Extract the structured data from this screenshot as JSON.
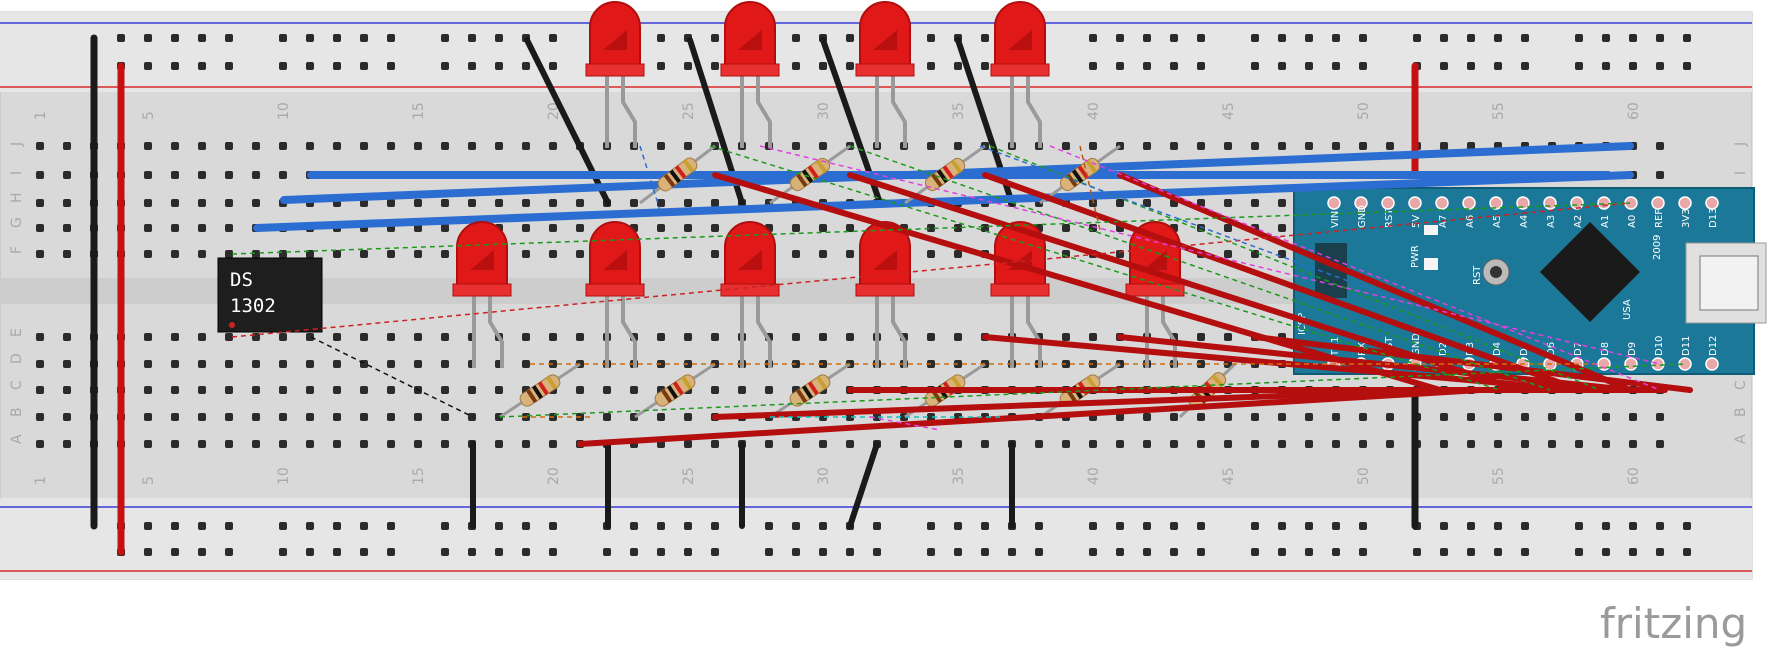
{
  "diagram": {
    "column_labels": [
      "1",
      "5",
      "10",
      "15",
      "20",
      "25",
      "30",
      "35",
      "40",
      "45",
      "50",
      "55",
      "60"
    ],
    "row_labels_top": [
      "J",
      "I",
      "H",
      "G",
      "F"
    ],
    "row_labels_bottom": [
      "E",
      "D",
      "C",
      "B",
      "A"
    ],
    "ic": {
      "line1": "DS",
      "line2": "1302"
    },
    "arduino": {
      "top_pins": [
        "D12",
        "D11",
        "D10",
        "D9",
        "D8",
        "D7",
        "D6",
        "D5",
        "D4",
        "D3",
        "D2",
        "GND",
        "RST",
        "RX0",
        "TX1"
      ],
      "bottom_pins": [
        "D13",
        "3V3",
        "REF",
        "A0",
        "A1",
        "A2",
        "A3",
        "A4",
        "A5",
        "A6",
        "A7",
        "5V",
        "RST",
        "GND",
        "VIN"
      ],
      "header": "ICSP",
      "board_labels": [
        "PWR",
        "RST",
        "USA",
        "2009"
      ],
      "color": "#1a7a9a"
    },
    "brand": "fritzing",
    "colors": {
      "breadboard": "#dcdcdc",
      "rail_blue": "#2a2acc",
      "rail_red": "#cc2222",
      "led": "#e01818",
      "wire_red": "#b81010",
      "wire_blue": "#2a70cc",
      "wire_black": "#1a1a1a"
    }
  }
}
